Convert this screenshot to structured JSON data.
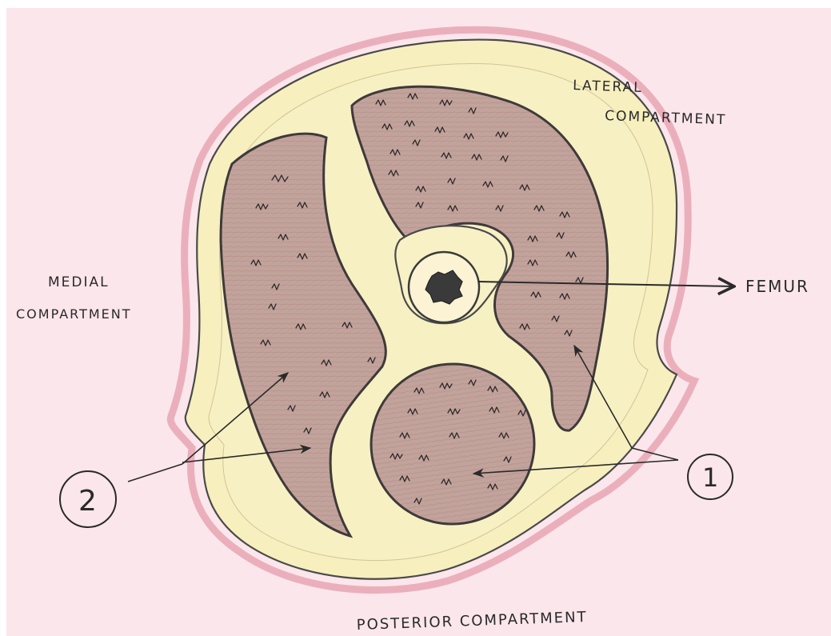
{
  "labels": {
    "lateral_line1": "LATERAL",
    "lateral_line2": "COMPARTMENT",
    "medial_line1": "MEDIAL",
    "medial_line2": "COMPARTMENT",
    "femur": "FEMUR",
    "posterior": "POSTERIOR COMPARTMENT",
    "marker_1": "1",
    "marker_2": "2"
  },
  "colors": {
    "paper": "#fbe6ec",
    "skin_outline": "#e7a4b4",
    "fat_fill": "#f7efbd",
    "muscle_fill": "#bfa09a",
    "ink": "#3a3a3a"
  }
}
